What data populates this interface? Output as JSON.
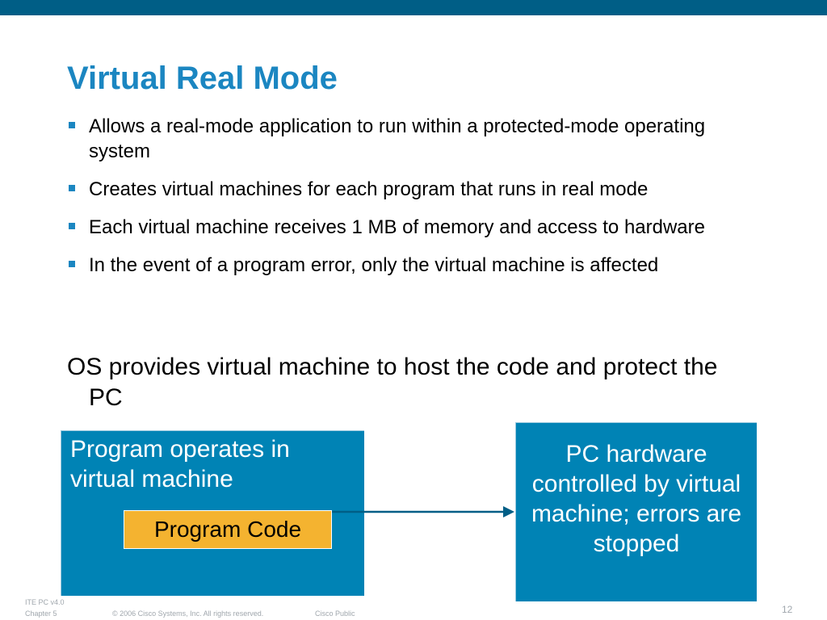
{
  "slide": {
    "title": "Virtual Real Mode",
    "bullets": [
      {
        "text": "Allows a real-mode application to run within a protected-mode operating system"
      },
      {
        "text": "Creates virtual machines for each program that runs in real mode"
      },
      {
        "text": "Each virtual machine receives 1 MB of memory and access to hardware"
      },
      {
        "text": "In the event of a program error, only the virtual machine is affected"
      }
    ],
    "main_statement": "OS provides virtual machine to host the code and protect the PC"
  },
  "diagram": {
    "left_box": {
      "text": "Program operates in virtual machine",
      "inner_label": "Program Code"
    },
    "right_box": {
      "text": "PC hardware controlled by virtual machine; errors are stopped"
    }
  },
  "footer": {
    "course": "ITE PC v4.0",
    "chapter": "Chapter 5",
    "copyright": "© 2006 Cisco Systems, Inc. All rights reserved.",
    "classification": "Cisco Public",
    "page_number": "12"
  },
  "colors": {
    "top_bar": "#005e86",
    "title": "#1b86c1",
    "box_fill": "#0083b5",
    "program_code_fill": "#f4b330",
    "arrow": "#005e86"
  }
}
